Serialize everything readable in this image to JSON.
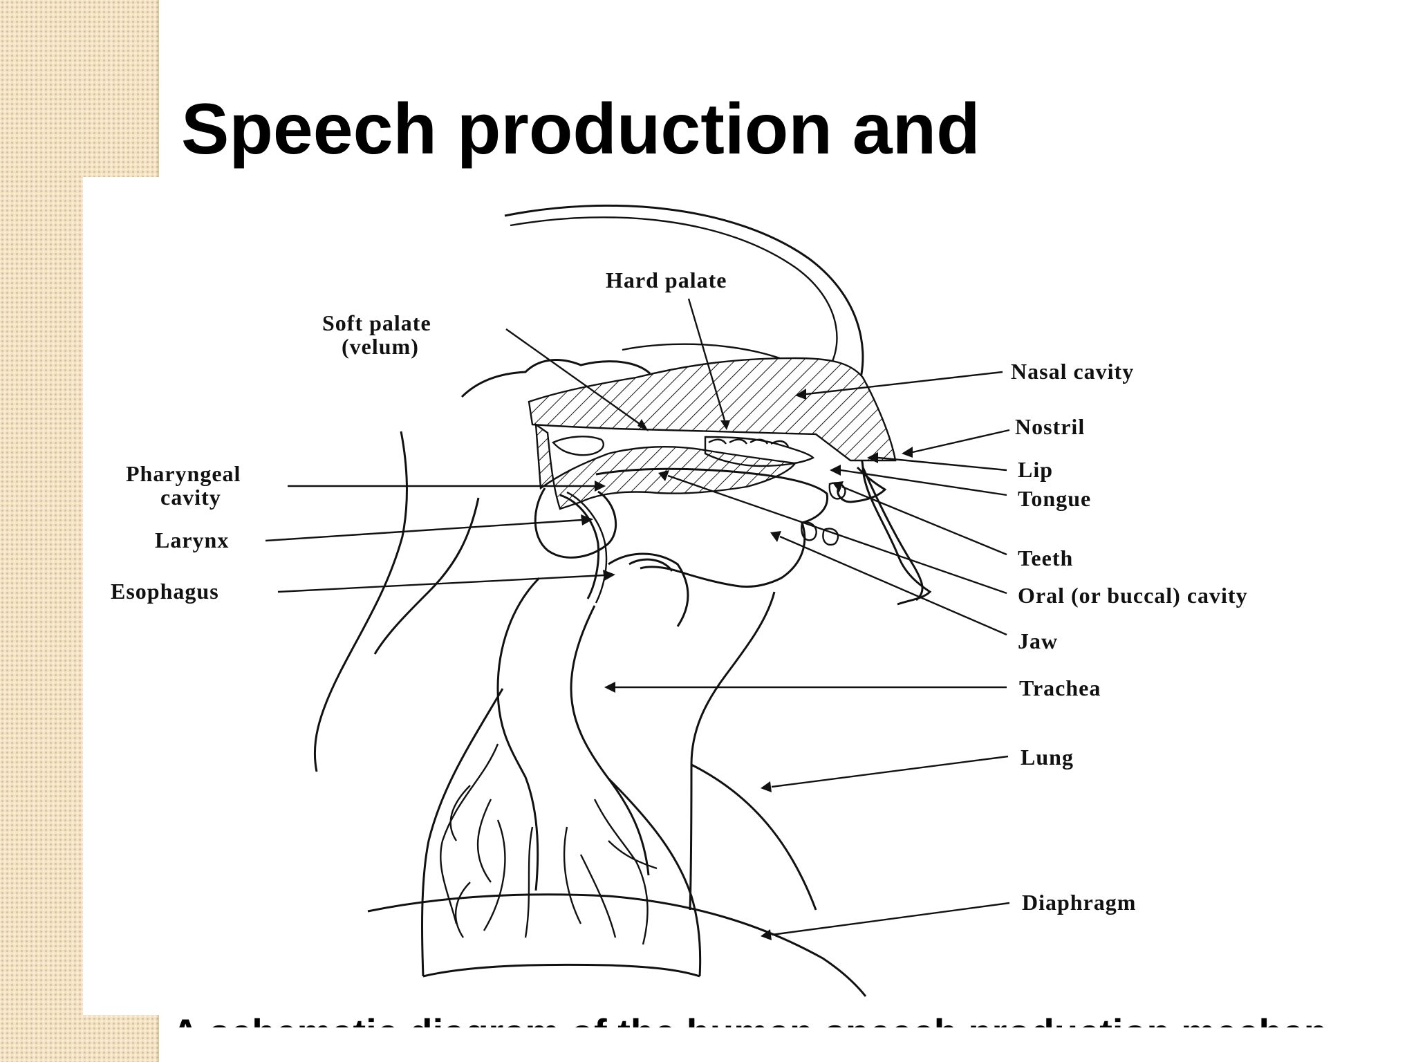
{
  "slide": {
    "title": "Speech production and",
    "caption_cut": "A schematic diagram of the human speech production mechan"
  },
  "diagram": {
    "labels": {
      "hard_palate": "Hard palate",
      "soft_palate_line1": "Soft palate",
      "soft_palate_line2": "(velum)",
      "nasal_cavity": "Nasal cavity",
      "nostril": "Nostril",
      "lip": "Lip",
      "tongue": "Tongue",
      "pharyngeal_line1": "Pharyngeal",
      "pharyngeal_line2": "cavity",
      "larynx": "Larynx",
      "esophagus": "Esophagus",
      "teeth": "Teeth",
      "oral_cavity": "Oral (or buccal) cavity",
      "jaw": "Jaw",
      "trachea": "Trachea",
      "lung": "Lung",
      "diaphragm": "Diaphragm"
    }
  }
}
